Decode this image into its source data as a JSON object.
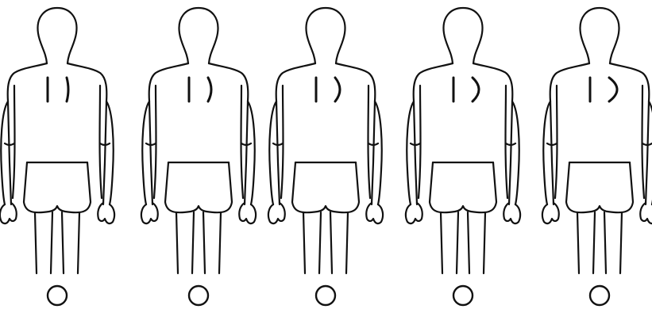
{
  "figures": [
    {
      "option": 1,
      "severity": 0.0
    },
    {
      "option": 2,
      "severity": 0.25
    },
    {
      "option": 3,
      "severity": 0.5
    },
    {
      "option": 4,
      "severity": 0.75
    },
    {
      "option": 5,
      "severity": 1.0
    }
  ],
  "colors": {
    "ink": "#111111",
    "paper": "#ffffff"
  },
  "icons": {
    "option_selector": "radio-circle-icon"
  }
}
